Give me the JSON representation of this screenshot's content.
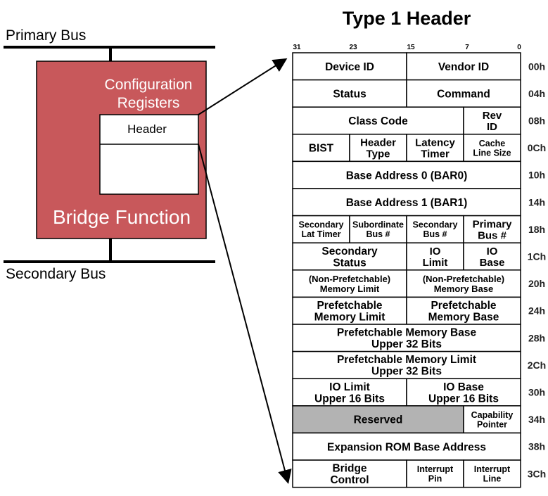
{
  "diagram": {
    "primary_bus": "Primary Bus",
    "secondary_bus": "Secondary Bus",
    "config_registers": [
      "Configuration",
      "Registers"
    ],
    "header_label": "Header",
    "bridge_function": "Bridge Function",
    "colors": {
      "bridge_fill": "#c8585b",
      "reserved_fill": "#b3b3b3"
    }
  },
  "register_map": {
    "title": "Type 1 Header",
    "bit_labels": [
      "31",
      "23",
      "15",
      "7",
      "0"
    ],
    "rows": [
      {
        "offset": "00h",
        "cells": [
          {
            "lines": [
              "Device ID"
            ],
            "span": 2
          },
          {
            "lines": [
              "Vendor ID"
            ],
            "span": 2
          }
        ]
      },
      {
        "offset": "04h",
        "cells": [
          {
            "lines": [
              "Status"
            ],
            "span": 2
          },
          {
            "lines": [
              "Command"
            ],
            "span": 2
          }
        ]
      },
      {
        "offset": "08h",
        "cells": [
          {
            "lines": [
              "Class Code"
            ],
            "span": 3
          },
          {
            "lines": [
              "Rev",
              "ID"
            ],
            "span": 1
          }
        ]
      },
      {
        "offset": "0Ch",
        "cells": [
          {
            "lines": [
              "BIST"
            ],
            "span": 1
          },
          {
            "lines": [
              "Header",
              "Type"
            ],
            "span": 1
          },
          {
            "lines": [
              "Latency",
              "Timer"
            ],
            "span": 1
          },
          {
            "lines": [
              "Cache",
              "Line Size"
            ],
            "span": 1
          }
        ]
      },
      {
        "offset": "10h",
        "cells": [
          {
            "lines": [
              "Base Address 0 (BAR0)"
            ],
            "span": 4
          }
        ]
      },
      {
        "offset": "14h",
        "cells": [
          {
            "lines": [
              "Base Address 1 (BAR1)"
            ],
            "span": 4
          }
        ]
      },
      {
        "offset": "18h",
        "cells": [
          {
            "lines": [
              "Secondary",
              "Lat Timer"
            ],
            "span": 1
          },
          {
            "lines": [
              "Subordinate",
              "Bus #"
            ],
            "span": 1
          },
          {
            "lines": [
              "Secondary",
              "Bus #"
            ],
            "span": 1
          },
          {
            "lines": [
              "Primary",
              "Bus #"
            ],
            "span": 1
          }
        ]
      },
      {
        "offset": "1Ch",
        "cells": [
          {
            "lines": [
              "Secondary",
              "Status"
            ],
            "span": 2
          },
          {
            "lines": [
              "IO",
              "Limit"
            ],
            "span": 1
          },
          {
            "lines": [
              "IO",
              "Base"
            ],
            "span": 1
          }
        ]
      },
      {
        "offset": "20h",
        "cells": [
          {
            "lines": [
              "(Non-Prefetchable)",
              "Memory Limit"
            ],
            "span": 2
          },
          {
            "lines": [
              "(Non-Prefetchable)",
              "Memory Base"
            ],
            "span": 2
          }
        ]
      },
      {
        "offset": "24h",
        "cells": [
          {
            "lines": [
              "Prefetchable",
              "Memory Limit"
            ],
            "span": 2
          },
          {
            "lines": [
              "Prefetchable",
              "Memory Base"
            ],
            "span": 2
          }
        ]
      },
      {
        "offset": "28h",
        "cells": [
          {
            "lines": [
              "Prefetchable Memory Base",
              "Upper 32 Bits"
            ],
            "span": 4
          }
        ]
      },
      {
        "offset": "2Ch",
        "cells": [
          {
            "lines": [
              "Prefetchable Memory Limit",
              "Upper 32 Bits"
            ],
            "span": 4
          }
        ]
      },
      {
        "offset": "30h",
        "cells": [
          {
            "lines": [
              "IO Limit",
              "Upper 16 Bits"
            ],
            "span": 2
          },
          {
            "lines": [
              "IO Base",
              "Upper 16 Bits"
            ],
            "span": 2
          }
        ]
      },
      {
        "offset": "34h",
        "cells": [
          {
            "lines": [
              "Reserved"
            ],
            "span": 3,
            "shaded": true
          },
          {
            "lines": [
              "Capability",
              "Pointer"
            ],
            "span": 1
          }
        ]
      },
      {
        "offset": "38h",
        "cells": [
          {
            "lines": [
              "Expansion ROM Base Address"
            ],
            "span": 4
          }
        ]
      },
      {
        "offset": "3Ch",
        "cells": [
          {
            "lines": [
              "Bridge",
              "Control"
            ],
            "span": 2
          },
          {
            "lines": [
              "Interrupt",
              "Pin"
            ],
            "span": 1
          },
          {
            "lines": [
              "Interrupt",
              "Line"
            ],
            "span": 1
          }
        ]
      }
    ]
  }
}
